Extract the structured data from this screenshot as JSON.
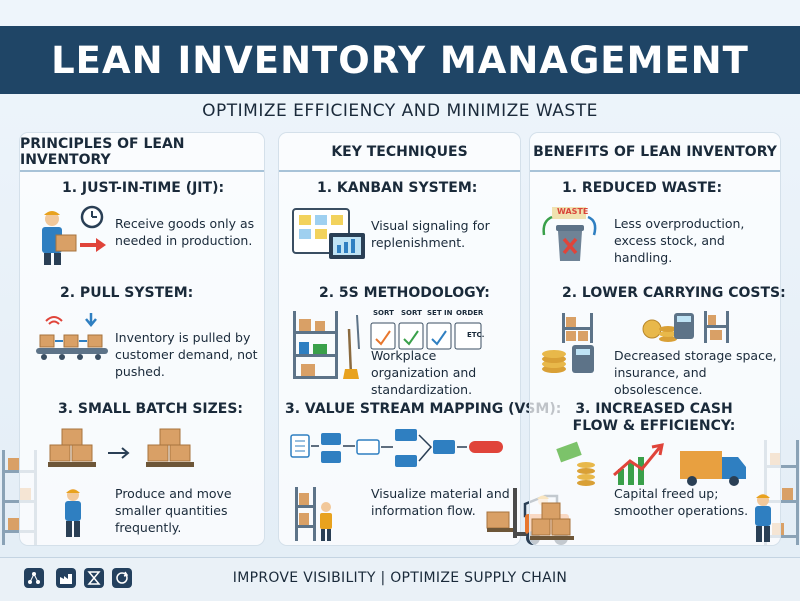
{
  "header": {
    "title": "LEAN INVENTORY MANAGEMENT",
    "subtitle": "OPTIMIZE EFFICIENCY AND MINIMIZE WASTE"
  },
  "columns": [
    {
      "title": "PRINCIPLES OF LEAN INVENTORY",
      "items": [
        {
          "title": "1. JUST-IN-TIME (JIT):",
          "desc": "Receive goods only as needed in production.",
          "icon": "worker-box-clock-icon"
        },
        {
          "title": "2. PULL SYSTEM:",
          "desc": "Inventory is pulled by customer demand, not pushed.",
          "icon": "conveyor-icon"
        },
        {
          "title": "3. SMALL BATCH SIZES:",
          "desc": "Produce and move smaller quantities frequently.",
          "icon": "small-batch-icon"
        }
      ]
    },
    {
      "title": "KEY TECHNIQUES",
      "items": [
        {
          "title": "1. KANBAN SYSTEM:",
          "desc": "Visual signaling for replenishment.",
          "icon": "kanban-board-icon"
        },
        {
          "title": "2. 5S METHODOLOGY:",
          "desc": "Workplace organization and standardization.",
          "icon": "shelf-tools-icon",
          "labels": [
            "SORT",
            "SORT",
            "SET IN",
            "ORDER",
            "ETC."
          ]
        },
        {
          "title": "3. VALUE STREAM MAPPING (VSM):",
          "desc": "Visualize material and information flow.",
          "icon": "flowchart-icon"
        }
      ]
    },
    {
      "title": "BENEFITS OF LEAN INVENTORY",
      "items": [
        {
          "title": "1. REDUCED WASTE:",
          "desc": "Less overproduction, excess stock, and handling.",
          "icon": "waste-bin-icon",
          "label": "WASTE"
        },
        {
          "title": "2. LOWER CARRYING COSTS:",
          "desc": "Decreased storage space, insurance, and obsolescence.",
          "icon": "coins-calculator-icon"
        },
        {
          "title": "3. INCREASED CASH FLOW & EFFICIENCY:",
          "desc": "Capital freed up; smoother operations.",
          "icon": "cash-growth-truck-icon"
        }
      ]
    }
  ],
  "footer": {
    "text": "IMPROVE VISIBILITY | OPTIMIZE SUPPLY CHAIN",
    "icons": [
      "network-icon",
      "factory-icon",
      "hourglass-icon",
      "cycle-icon"
    ]
  },
  "colors": {
    "header_bg": "#1f4566",
    "box": "#d9a066",
    "accent_orange": "#e8772e",
    "accent_blue": "#2f7fc1",
    "accent_green": "#3aa04a",
    "accent_red": "#d9453a"
  }
}
